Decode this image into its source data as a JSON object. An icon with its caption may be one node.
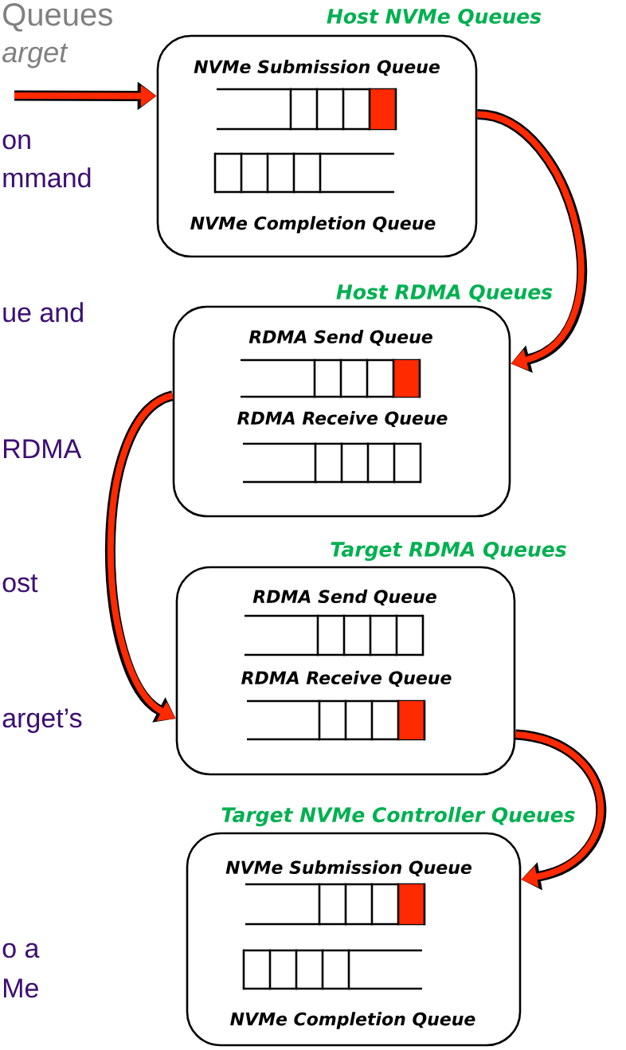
{
  "diagram": {
    "nodes": [
      {
        "text": [
          "Host NVMe Queues",
          "NVMe Submission Queue",
          "NVMe Completion Queue"
        ]
      },
      {
        "text": [
          "Host RDMA Queues",
          "RDMA Send Queue",
          "RDMA Receive Queue"
        ]
      },
      {
        "text": [
          "Target RDMA Queues",
          "RDMA Send Queue",
          "RDMA Receive Queue"
        ]
      },
      {
        "text": [
          "Target NVMe Controller Queues",
          "NVMe Submission Queue",
          "NVMe Completion Queue"
        ]
      }
    ],
    "edges": [
      {
        "from": null,
        "to": 0,
        "arrow": "to"
      },
      {
        "from": 0,
        "to": 1,
        "arrow": "to"
      },
      {
        "from": 1,
        "to": 2,
        "arrow": "to"
      },
      {
        "from": 2,
        "to": 3,
        "arrow": "to"
      }
    ],
    "labels": [
      "Queues",
      "arget",
      "on",
      "mmand",
      "ue and",
      "RDMA",
      "ost",
      "arget’s",
      "o a",
      "Me"
    ]
  }
}
